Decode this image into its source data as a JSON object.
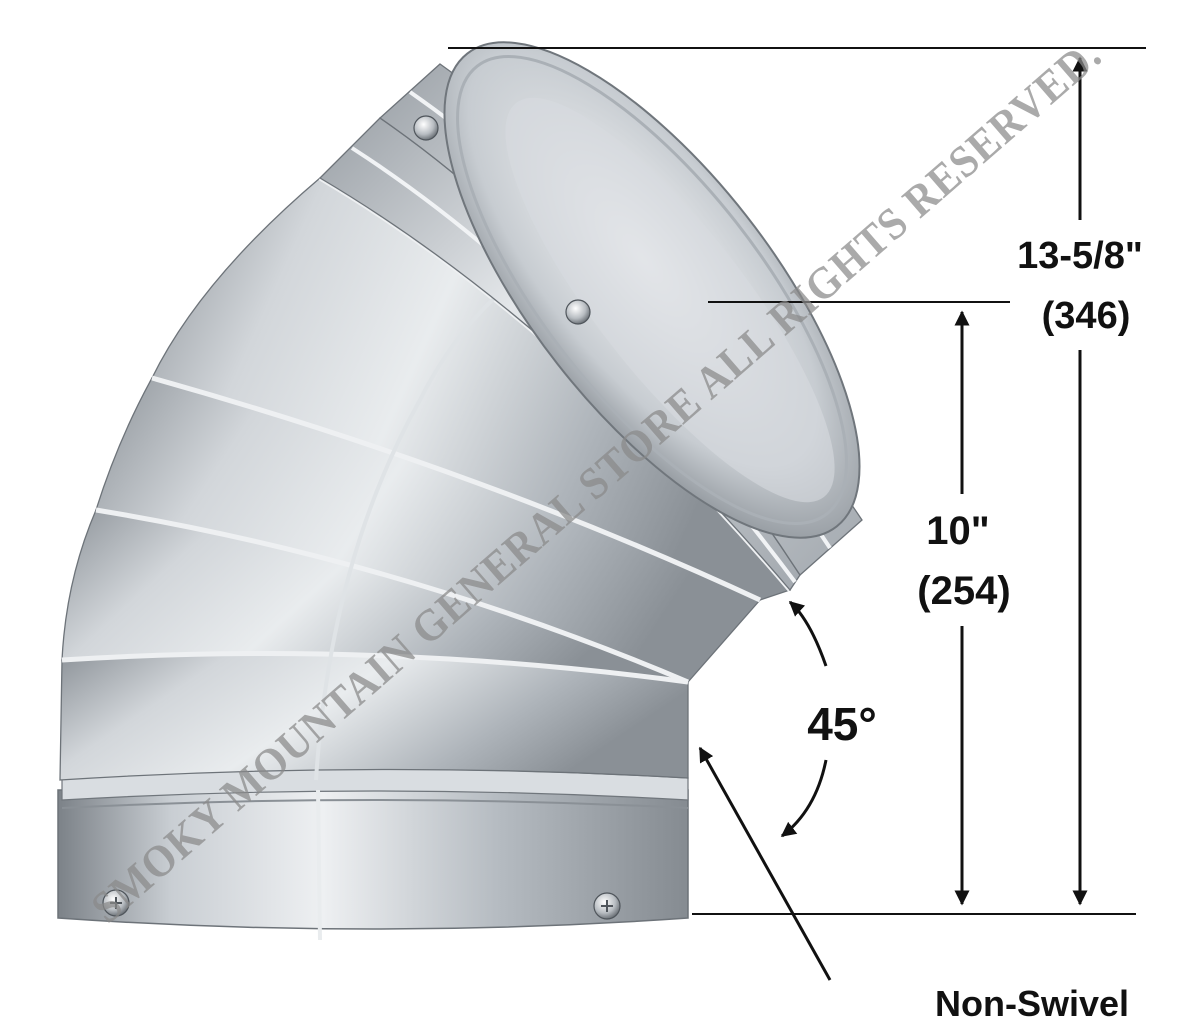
{
  "dimensions": {
    "overall_height": {
      "imperial": "13-5/8\"",
      "metric": "(346)"
    },
    "body_height": {
      "imperial": "10\"",
      "metric": "(254)"
    },
    "angle": "45°",
    "connection": "Non-Swivel"
  },
  "watermark": "SMOKY MOUNTAIN GENERAL STORE ALL RIGHTS RESERVED.",
  "colors": {
    "metal_light": "#e6e9ec",
    "metal_mid": "#b9bec4",
    "metal_dark": "#7c8288",
    "line": "#111111",
    "watermark": "#8a8a8a"
  }
}
